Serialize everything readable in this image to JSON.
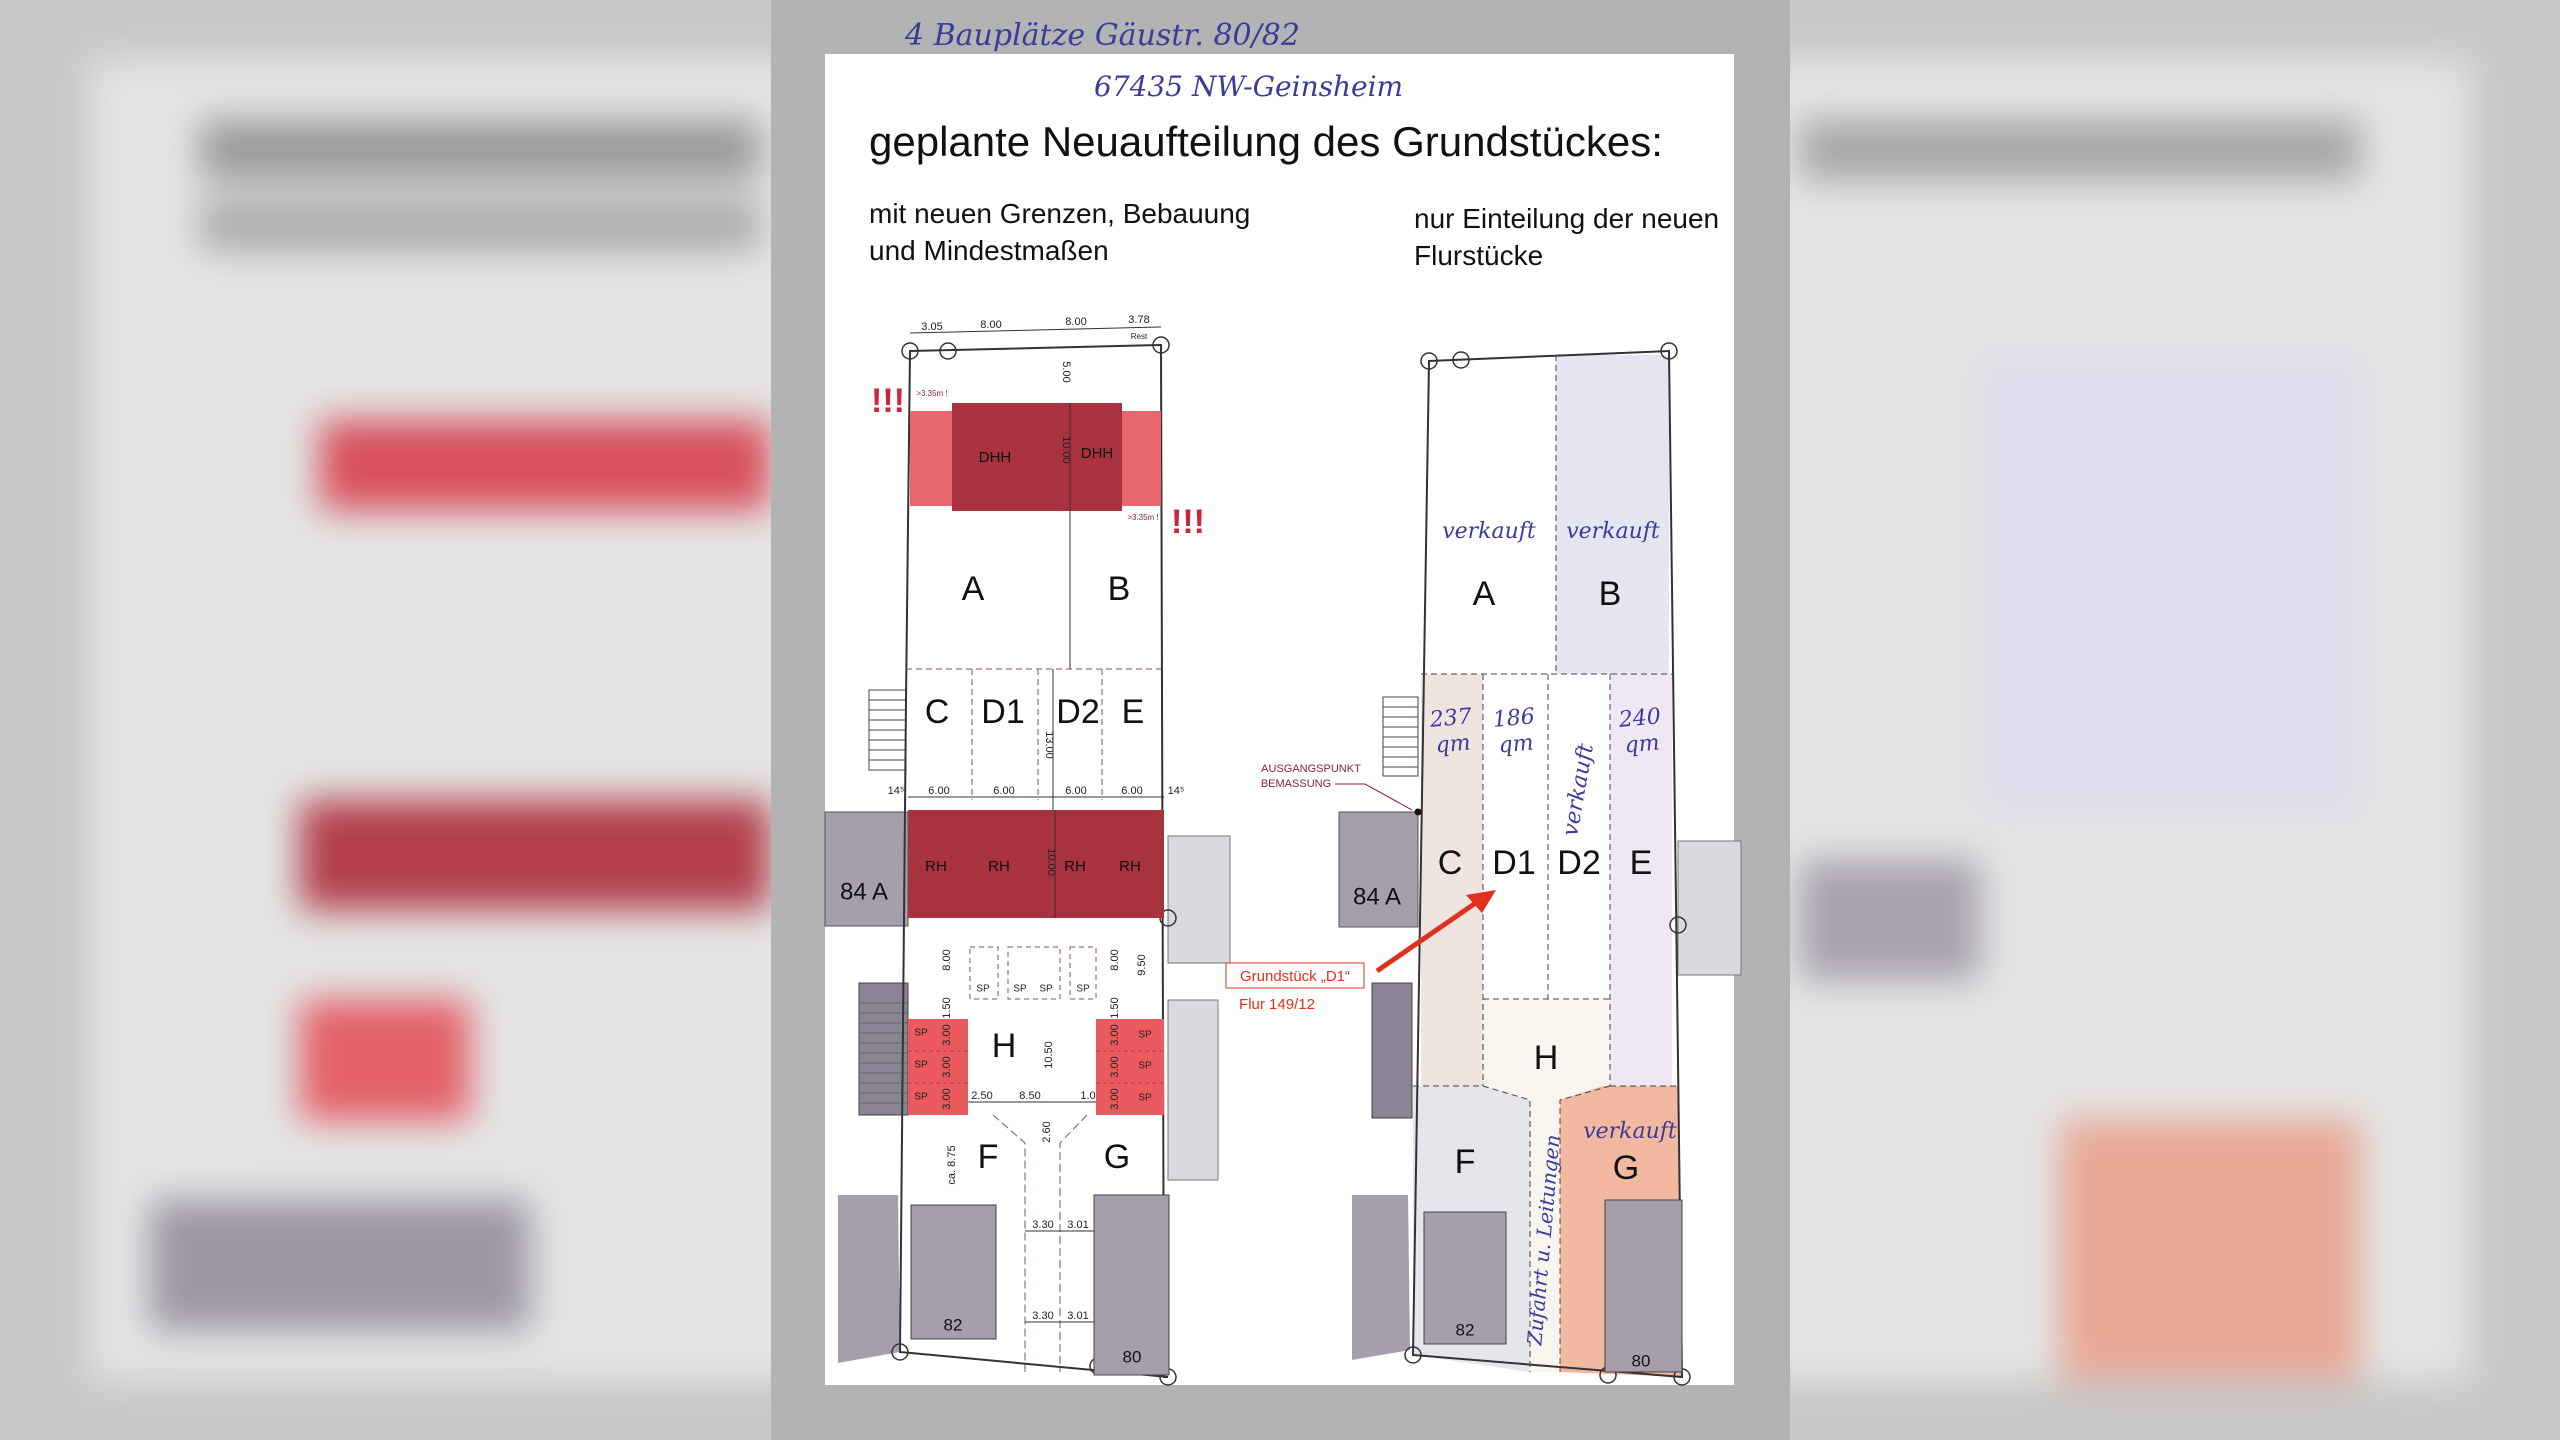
{
  "handwritten_header": {
    "line1": "4 Bauplätze Gäustr. 80/82",
    "line2": "67435 NW-Geinsheim"
  },
  "title": "geplante Neuaufteilung des Grundstückes:",
  "left_subtitle": {
    "line1": "mit neuen Grenzen, Bebauung",
    "line2": "und Mindestmaßen"
  },
  "right_subtitle": {
    "line1": "nur Einteilung der neuen",
    "line2": "Flurstücke"
  },
  "colors": {
    "house_dark_red": "#a8323e",
    "house_light_red": "#e8666e",
    "parking_red": "#ea5a5e",
    "neighbour_gray": "#a59fad",
    "handwriting_blue": "#3b3b9c",
    "annotation_red": "#e0301e"
  },
  "left_plan": {
    "plots": [
      "A",
      "B",
      "C",
      "D1",
      "D2",
      "E",
      "H",
      "F",
      "G"
    ],
    "buildings": {
      "dhh": "DHH",
      "rh": "RH",
      "parking": "SP"
    },
    "neighbours": [
      "84 A",
      "82",
      "80"
    ],
    "warning": "!!!",
    "dimensions": {
      "top": [
        "3.05",
        "8.00",
        "8.00",
        "3.78"
      ],
      "rest": "Rest",
      "setback": "5.00",
      "dhh_depth": "10.00",
      "min_gap": ">3.35m !",
      "row_depth": "13.00",
      "row_widths": [
        "6.00",
        "6.00",
        "6.00",
        "6.00"
      ],
      "edge": "14⁵",
      "rh_depth": "10.00",
      "parking_left": [
        "8.00",
        "1.50",
        "3.00",
        "3.00",
        "3.00"
      ],
      "parking_right": [
        "8.00",
        "9.50",
        "1.50",
        "3.00",
        "3.00",
        "3.00"
      ],
      "h_depth": "10.50",
      "h_widths": [
        "2.50",
        "8.50",
        "1.0"
      ],
      "access_depth": "2.60",
      "f_depth": "ca. 8.75",
      "access_widths_1": [
        "3.30",
        "3.01"
      ],
      "access_widths_2": [
        "3.30",
        "3.01"
      ]
    }
  },
  "right_plan": {
    "plots": [
      "A",
      "B",
      "C",
      "D1",
      "D2",
      "E",
      "H",
      "F",
      "G"
    ],
    "neighbours": [
      "84 A",
      "82",
      "80"
    ],
    "annotations": {
      "a_status": "verkauft",
      "b_status": "verkauft",
      "d2_status": "verkauft",
      "g_status": "verkauft",
      "c_area": "237 qm",
      "d1_area": "186 qm",
      "e_area": "240 qm",
      "access": "Zufahrt u. Leitungen"
    },
    "origin_label": {
      "line1": "AUSGANGSPUNKT",
      "line2": "BEMASSUNG"
    },
    "callout": {
      "plot": "Grundstück „D1“",
      "flur": "Flur 149/12"
    }
  }
}
